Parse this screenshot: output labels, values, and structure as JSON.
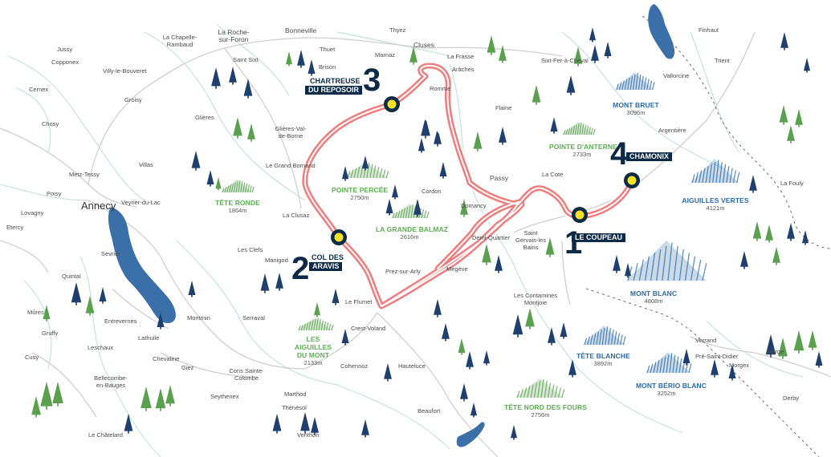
{
  "colors": {
    "route": "#f07d7d",
    "lake": "#3a6fa8",
    "stop_ring": "#0c2a45",
    "stop_dot": "#f4e227",
    "forest_blue": "#1f3f6e",
    "forest_green": "#5aa04f",
    "road": "#cfcfcf",
    "river": "#c3e4d7",
    "border": "#6a6a6a"
  },
  "towns": {
    "jussy": "Jussy",
    "la_chapelle": "La Chapelle-Rambaud",
    "la_roche": "La Roche-sur-Foron",
    "bonneville": "Bonneville",
    "thyez": "Thyez",
    "cluses": "Cluses",
    "copponex": "Copponex",
    "villy": "Villy-le-Bouveret",
    "saint_sixt": "Saint Sixt",
    "thuet": "Thuet",
    "marnaz": "Marnaz",
    "la_frasse": "La Frasse",
    "saint_sixt_cheval": "Sixt-Fer-à-Cheval",
    "finhaut": "Finhaut",
    "trient": "Trient",
    "brison": "Brison",
    "araches": "Arâches",
    "vallorcine": "Vallorcine",
    "cernex": "Cernex",
    "groisy": "Groisy",
    "romme": "Romme",
    "flaine": "Flaine",
    "chosy": "Chosy",
    "glieres": "Glières",
    "glieres_val": "Glières-Val-de-Borne",
    "argentiere": "Argentière",
    "villas": "Villas",
    "metz_tessy": "Metz-Tessy",
    "le_grand_bornand": "Le Grand Bornand",
    "la_cote": "La Cote",
    "passy": "Passy",
    "poisy": "Poisy",
    "cordon": "Cordon",
    "la_fouly": "La Fouly",
    "lovagny": "Lovagny",
    "annecy": "Annecy",
    "veyrier": "Veyrier-du-Lac",
    "la_clusaz": "La Clusaz",
    "domancy": "Domancy",
    "etercy": "Etercy",
    "saint_gervais": "Saint Gervais-les Bains",
    "demi_quartier": "Demi-Quartier",
    "les_clefs": "Les Clefs",
    "sevrier": "Sevrier",
    "manigod": "Manigod",
    "prez_sur_arly": "Prez-sur-Arly",
    "megeve": "Megève",
    "quintal": "Quintal",
    "les_contamines": "Les Contamines Montjoie",
    "le_flumet": "Le Flumet",
    "mures": "Mûres",
    "montmin": "Montmin",
    "serraval": "Serraval",
    "crest_voland": "Crest-Voland",
    "entrevernes": "Entrevernes",
    "gruffy": "Gruffy",
    "lathuile": "Lathuile",
    "leschaux": "Leschaux",
    "verrand": "Verrand",
    "cusy": "Cusy",
    "chevaline": "Chevaline",
    "pre_saint_didier": "Pré-Saint-Didier",
    "morge": "Morge",
    "morgex": "Morgex",
    "giez": "Giez",
    "cons": "Cons Sainte-Colombe",
    "cohennoz": "Cohennoz",
    "hauteluce": "Hauteluce",
    "bellecombe": "Bellecombe-en-Bauges",
    "seythenex": "Seythenex",
    "marthod": "Marthod",
    "derby": "Derby",
    "thenesol": "Thénésol",
    "beaufort": "Beaufort",
    "le_chatelard": "Le Châtelard",
    "venthon": "Venthon"
  },
  "peaks": {
    "mont_bruet": {
      "name": "MONT BRUET",
      "elev": "3096m"
    },
    "pointe_anterne": {
      "name": "POINTE D'ANTERNE",
      "elev": "2733m"
    },
    "aiguilles_vertes": {
      "name": "AIGUILLES VERTES",
      "elev": "4121m"
    },
    "pointe_percee": {
      "name": "POINTE PERCÉE",
      "elev": "2750m"
    },
    "tete_ronde": {
      "name": "TÊTE RONDE",
      "elev": "1864m"
    },
    "grande_balmaz": {
      "name": "LA GRANDE BALMAZ",
      "elev": "2616m"
    },
    "mont_blanc": {
      "name": "MONT BLANC",
      "elev": "4808m"
    },
    "aiguilles_du_mont": {
      "name": "LES AIGUILLES DU MONT",
      "elev": "2133m"
    },
    "tete_blanche": {
      "name": "TÊTE BLANCHE",
      "elev": "3892m"
    },
    "mont_berio": {
      "name": "MONT BÉRIO BLANC",
      "elev": "3252m"
    },
    "tete_nord": {
      "name": "TÊTE NORD DES FOURS",
      "elev": "2756m"
    }
  },
  "stops": {
    "s1": {
      "num": "1",
      "label": "LE COUPEAU"
    },
    "s2": {
      "num": "2",
      "label1": "COL DES",
      "label2": "ARAVIS"
    },
    "s3": {
      "num": "3",
      "label1": "CHARTREUSE",
      "label2": "DU REPOSOIR"
    },
    "s4": {
      "num": "4",
      "label": "CHAMONIX"
    }
  }
}
